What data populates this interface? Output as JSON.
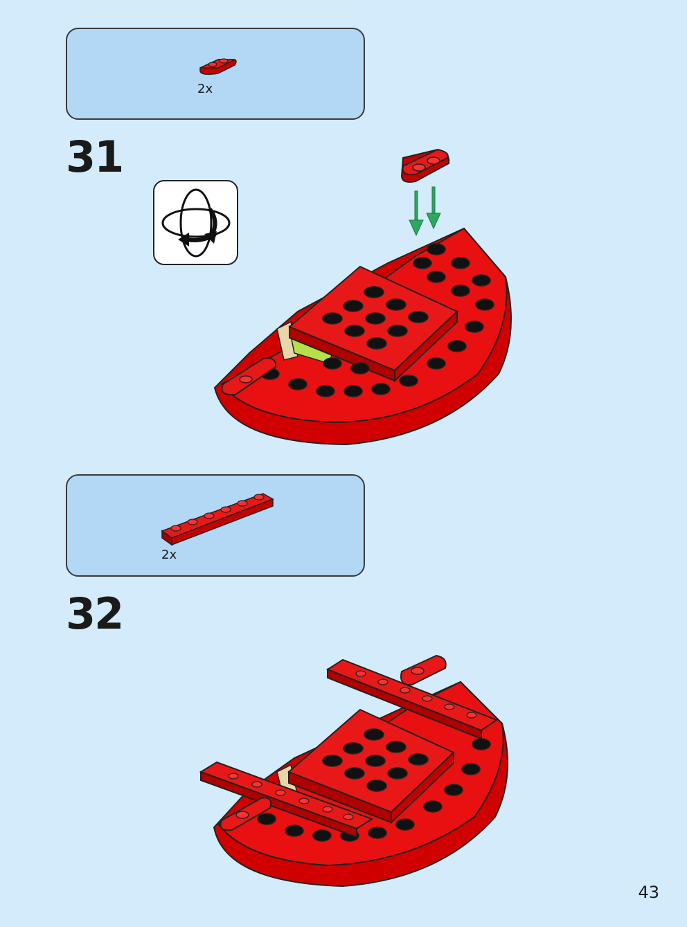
{
  "steps": [
    {
      "number": "31",
      "parts_quantity": "2x",
      "part_icon": "red-1x2-rounded-plate-icon",
      "rotate_icon": "rotate-model-icon"
    },
    {
      "number": "32",
      "parts_quantity": "2x",
      "part_icon": "red-1x6-plate-icon"
    }
  ],
  "page_number": "43",
  "colors": {
    "background": "#d3ebfb",
    "callout": "#b3d8f5",
    "brick_red": "#e00f0f",
    "arrow_green": "#2ea860",
    "tan": "#e8d6a8",
    "lime": "#b6e04a"
  }
}
